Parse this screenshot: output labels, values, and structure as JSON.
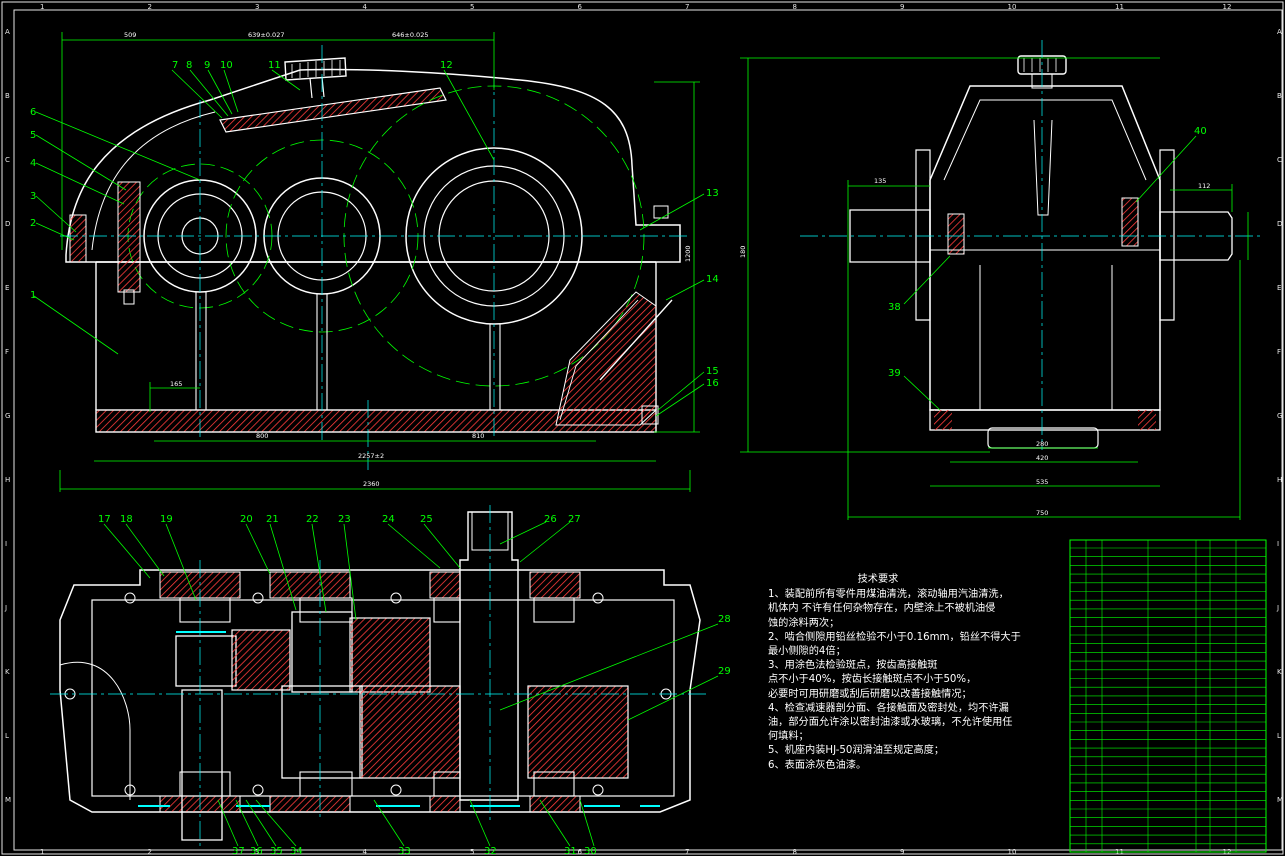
{
  "sheet": {
    "border_columns": [
      "1",
      "2",
      "3",
      "4",
      "5",
      "6",
      "7",
      "8",
      "9",
      "10",
      "11",
      "12"
    ],
    "border_rows": [
      "A",
      "B",
      "C",
      "D",
      "E",
      "F",
      "G",
      "H",
      "I",
      "J",
      "K",
      "L",
      "M"
    ]
  },
  "front_view": {
    "dims": {
      "d509": "509",
      "d639": "639±0.027",
      "d646": "646±0.025",
      "d165": "165",
      "d800a": "800",
      "d810": "810",
      "d2257": "2257±2",
      "d2360": "2360",
      "d1200": "1200"
    },
    "part_numbers": [
      "1",
      "2",
      "3",
      "4",
      "5",
      "6",
      "7",
      "8",
      "9",
      "10",
      "11",
      "12",
      "13",
      "14",
      "15",
      "16"
    ]
  },
  "side_view": {
    "dims": {
      "d135": "135",
      "d112": "112",
      "d180": "180",
      "d280": "280",
      "d420": "420",
      "d535": "535",
      "d750": "750"
    },
    "part_numbers": [
      "38",
      "39",
      "40"
    ]
  },
  "plan_view": {
    "part_numbers": [
      "17",
      "18",
      "19",
      "20",
      "21",
      "22",
      "23",
      "24",
      "25",
      "26",
      "27",
      "28",
      "29",
      "30",
      "31",
      "32",
      "33",
      "34",
      "35",
      "36",
      "37"
    ]
  },
  "tech_requirements": {
    "title": "技术要求",
    "lines": [
      "1、装配前所有零件用煤油清洗，滚动轴用汽油清洗，",
      "机体内    不许有任何杂物存在，内壁涂上不被机油侵",
      "蚀的涂料两次；",
      "2、啮合侧隙用铅丝检验不小于0.16mm，铅丝不得大于",
      "最小侧隙的4倍；",
      "3、用涂色法检验斑点，按齿高接触斑",
      "点不小于40%，按齿长接触斑点不小于50%，",
      "必要时可用研磨或刮后研磨以改善接触情况；",
      "4、检查减速器剖分面、各接触面及密封处，均不许漏",
      "油，部分面允许涂以密封油漆或水玻璃，不允许使用任",
      "何填料；",
      "5、机座内装HJ-50润滑油至规定高度；",
      "6、表面涂灰色油漆。"
    ]
  },
  "colors": {
    "background": "#000000",
    "outline": "#ffffff",
    "dimension": "#00ff00",
    "center_line": "#00ffff",
    "hatch": "#ff3c3c",
    "hidden_line": "#ffff00",
    "table_line": "#00ff00"
  }
}
